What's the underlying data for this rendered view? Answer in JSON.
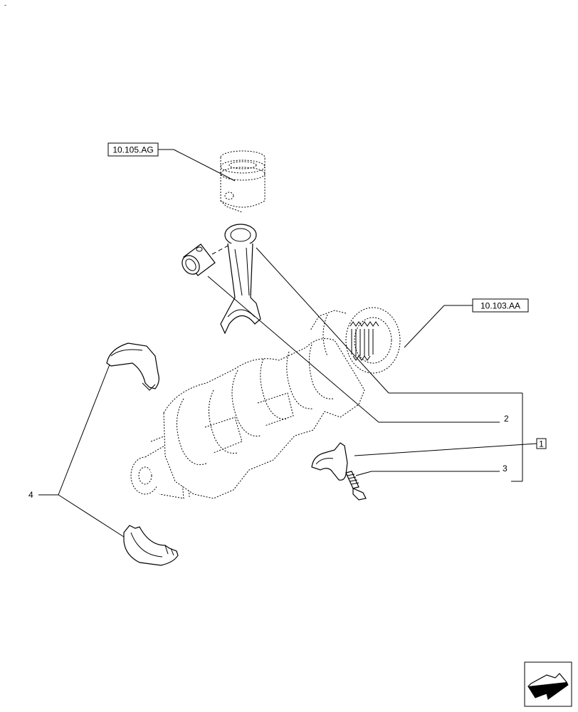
{
  "corner_mark": "-",
  "references": {
    "piston": "10.105.AG",
    "flywheel": "10.103.AA"
  },
  "callouts": {
    "item_1": "1",
    "item_2": "2",
    "item_3": "3",
    "item_4": "4"
  },
  "icons": {
    "next_page": "next-page-arrow-icon"
  }
}
